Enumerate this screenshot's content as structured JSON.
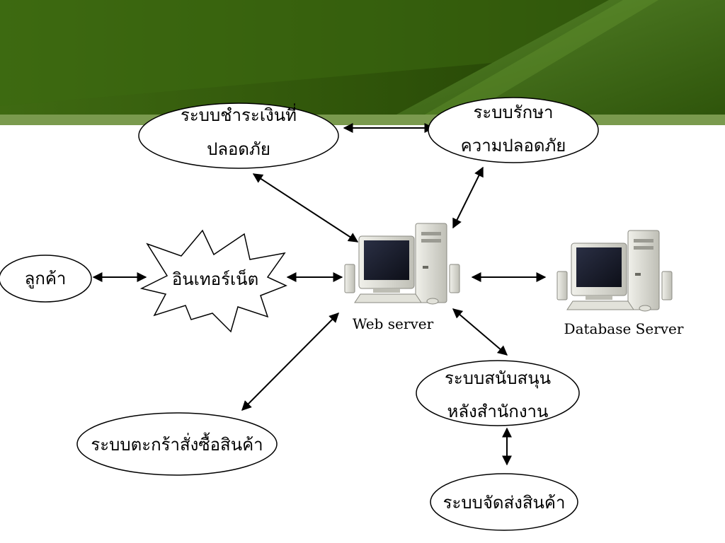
{
  "nodes": {
    "payment": {
      "lines": [
        "ระบบชำระเงินที่",
        "ปลอดภัย"
      ]
    },
    "security": {
      "lines": [
        "ระบบรักษา",
        "ความปลอดภัย"
      ]
    },
    "customer": {
      "lines": [
        "ลูกค้า"
      ]
    },
    "internet": {
      "lines": [
        "อินเทอร์เน็ต"
      ]
    },
    "cart": {
      "lines": [
        "ระบบตะกร้าสั่งซื้อสินค้า"
      ]
    },
    "backoffice": {
      "lines": [
        "ระบบสนับสนุน",
        "หลังสำนักงาน"
      ]
    },
    "shipping": {
      "lines": [
        "ระบบจัดส่งสินค้า"
      ]
    }
  },
  "computers": {
    "web_server": {
      "label": "Web server"
    },
    "database_server": {
      "label": "Database Server"
    }
  },
  "colors": {
    "header_dark": "#1f3a06",
    "header_mid": "#3b6410",
    "header_light": "#4f7d1c",
    "header_band": "#7a9a4e",
    "line": "#000000",
    "monitor_case": "#d8d8d0",
    "screen": "#1c1f2c"
  }
}
